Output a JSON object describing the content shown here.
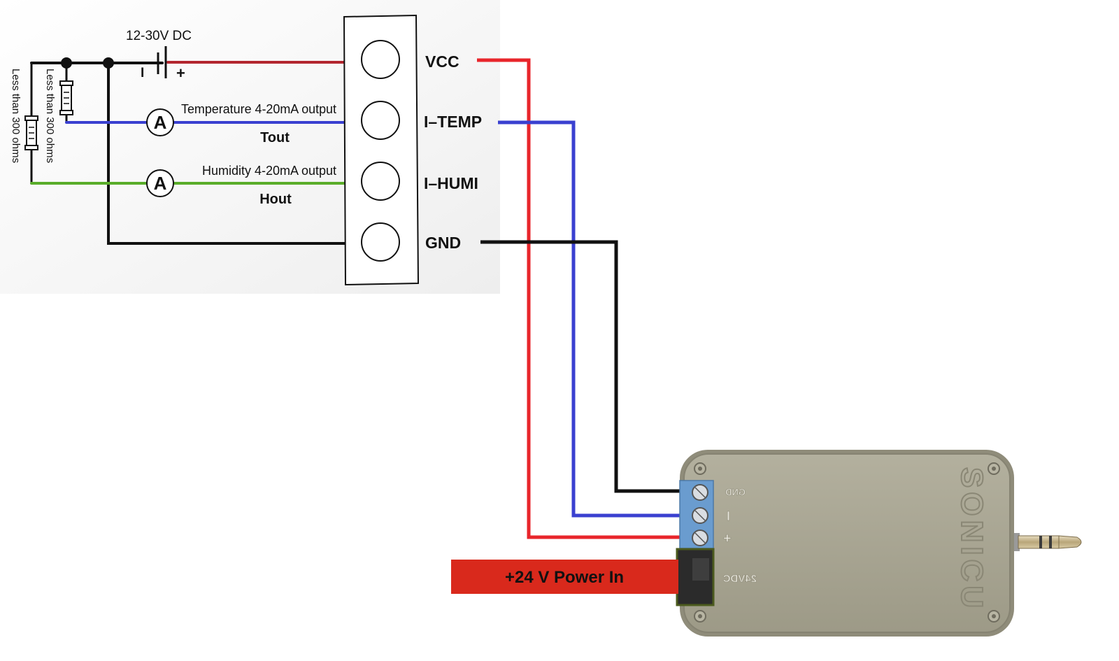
{
  "schematic": {
    "supply_label": "12-30V DC",
    "supply_minus": "I",
    "supply_plus": "+",
    "resistor_label": "Less than 300 ohms",
    "meter_symbol": "A",
    "temp_output_label": "Temperature 4-20mA output",
    "temp_output_name": "Tout",
    "humi_output_label": "Humidity 4-20mA output",
    "humi_output_name": "Hout"
  },
  "terminals": {
    "vcc": "VCC",
    "i_temp": "I–TEMP",
    "i_humi": "I–HUMI",
    "gnd": "GND"
  },
  "device": {
    "brand": "SONICU",
    "term_gnd": "GND",
    "term_minus": "I",
    "term_plus": "+",
    "power_port": "24VDC",
    "power_in_label": "+24 V Power In"
  },
  "colors": {
    "vcc_wire": "#e8252b",
    "temp_wire": "#3a40d0",
    "humi_wire": "#5aad2a",
    "gnd_wire": "#111111",
    "power_banner": "#d9291c",
    "device_body": "#a8a592",
    "terminal_block": "#6a9ccf"
  }
}
